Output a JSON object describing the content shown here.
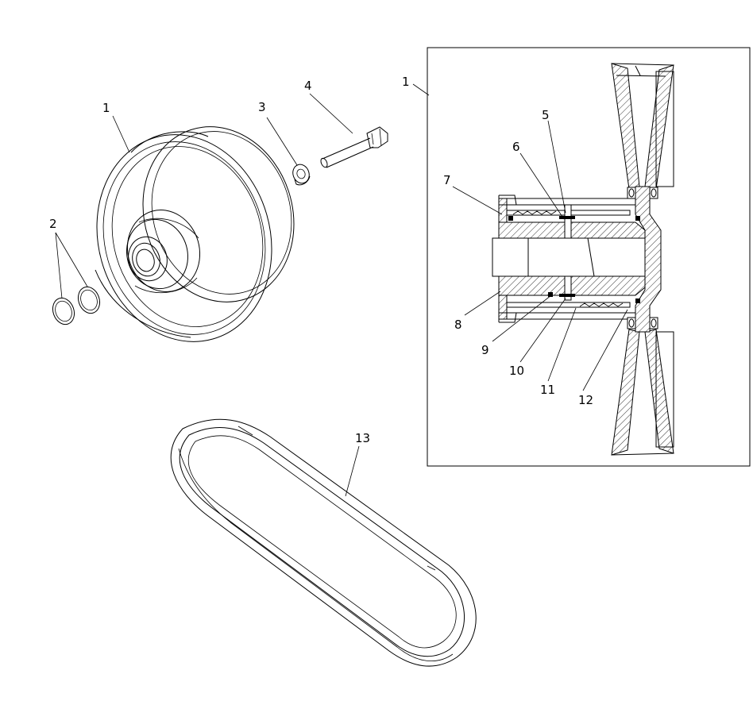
{
  "callouts": [
    {
      "id": "c1a",
      "text": "1"
    },
    {
      "id": "c2",
      "text": "2"
    },
    {
      "id": "c3",
      "text": "3"
    },
    {
      "id": "c4",
      "text": "4"
    },
    {
      "id": "c1b",
      "text": "1"
    },
    {
      "id": "c5",
      "text": "5"
    },
    {
      "id": "c6",
      "text": "6"
    },
    {
      "id": "c7",
      "text": "7"
    },
    {
      "id": "c8",
      "text": "8"
    },
    {
      "id": "c9",
      "text": "9"
    },
    {
      "id": "c10",
      "text": "10"
    },
    {
      "id": "c11",
      "text": "11"
    },
    {
      "id": "c12",
      "text": "12"
    },
    {
      "id": "c13",
      "text": "13"
    }
  ]
}
